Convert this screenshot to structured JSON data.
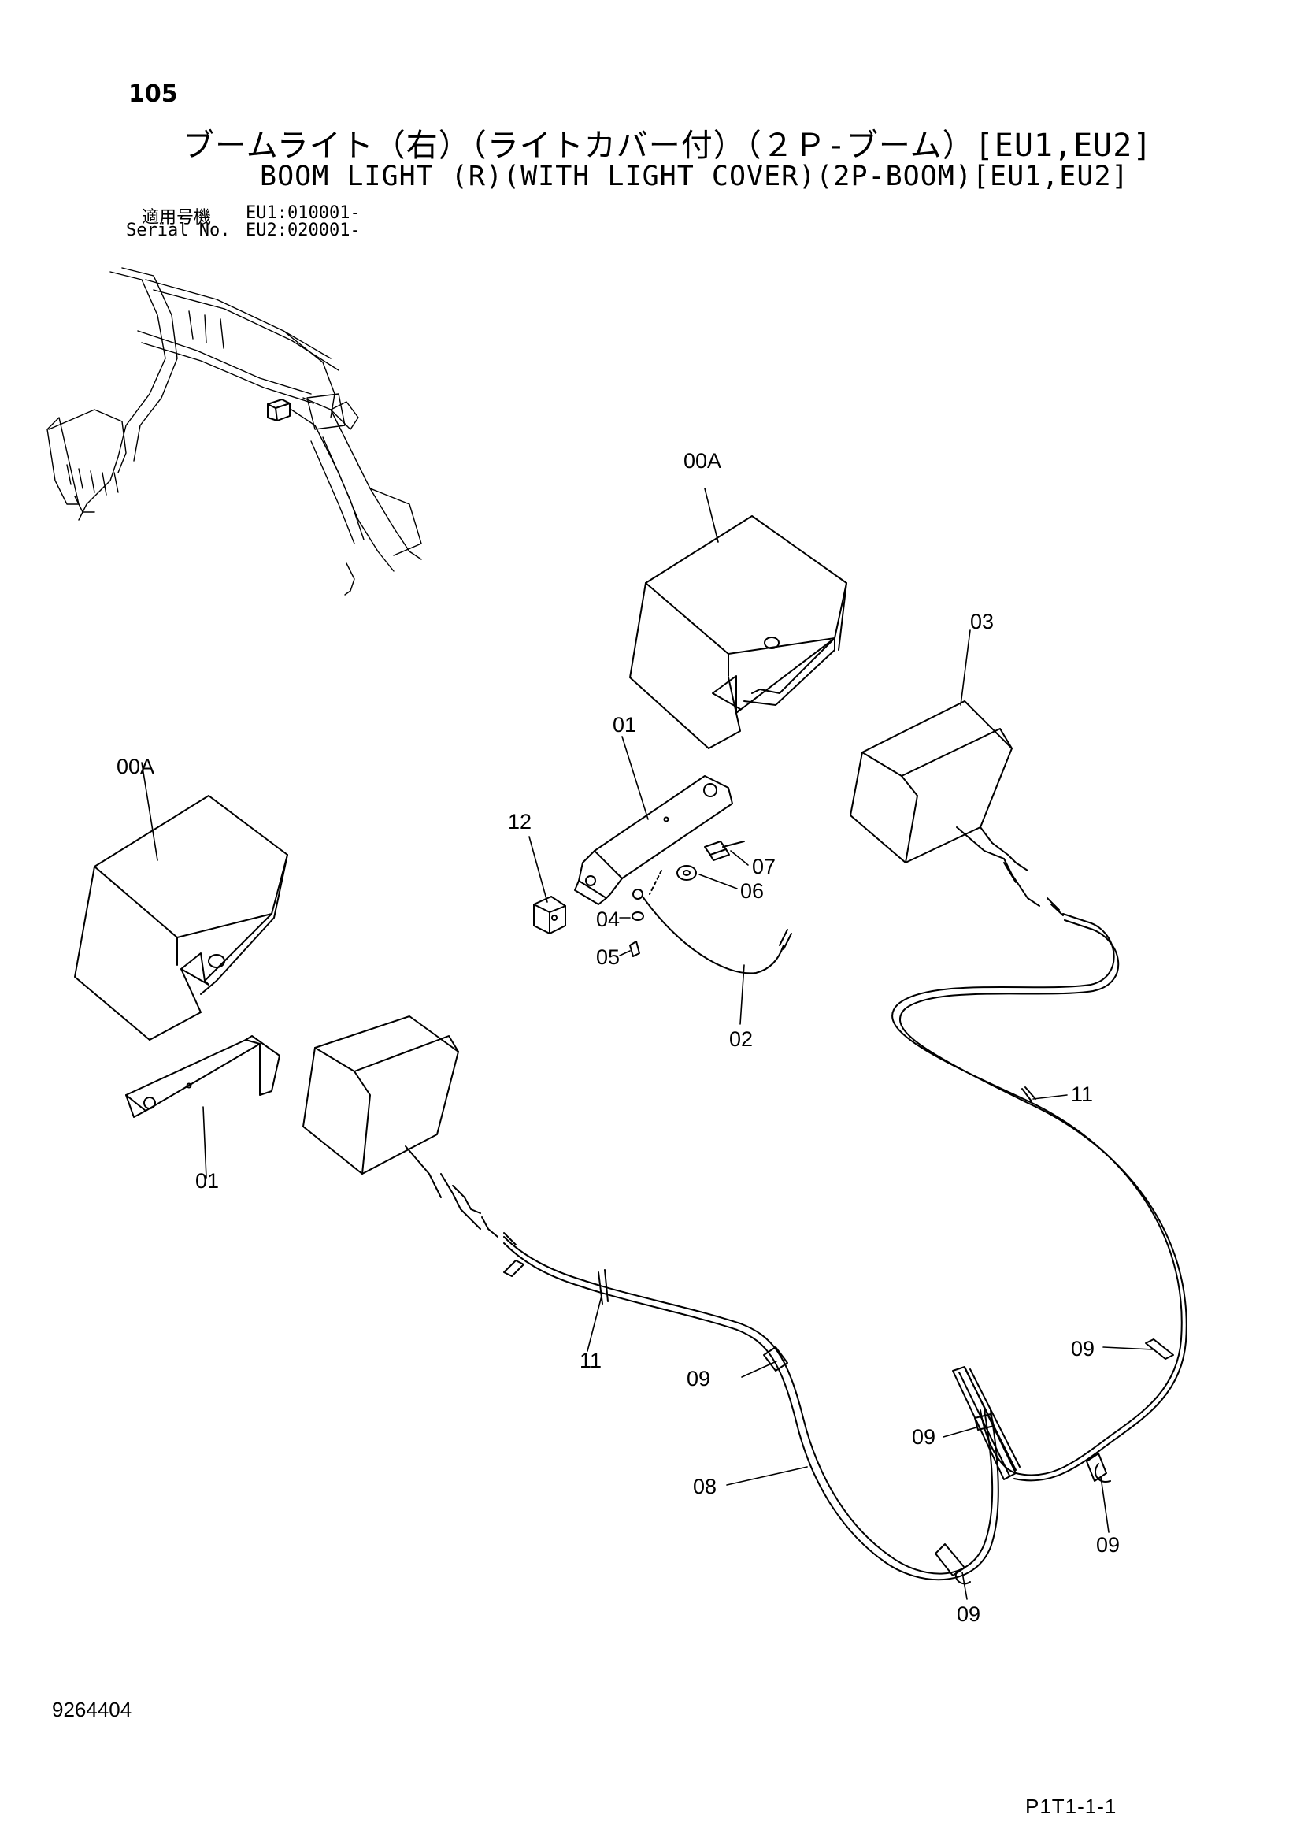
{
  "header": {
    "page_number": "105",
    "title_jp": "ブームライト（右）（ライトカバー付）（２Ｐ-ブーム）[EU1,EU2]",
    "title_en": "BOOM LIGHT (R)(WITH LIGHT COVER)(2P-BOOM)[EU1,EU2]",
    "serial_label_jp": "適用号機",
    "serial_label_en": "Serial No.",
    "serial_eu1": "EU1:010001-",
    "serial_eu2": "EU2:020001-"
  },
  "callouts": {
    "cover_upper": "00A",
    "cover_left": "00A",
    "bracket_upper": "01",
    "bracket_lower": "01",
    "lamp_right": "03",
    "harness_short": "02",
    "washer_small": "04",
    "screw_small": "05",
    "washer_large": "06",
    "bolt": "07",
    "harness_long": "08",
    "clip_a": "09",
    "clip_b": "09",
    "clip_c": "09",
    "clip_d": "09",
    "clip_e": "09",
    "tie_upper": "11",
    "tie_lower": "11",
    "block": "12"
  },
  "footer": {
    "doc_number": "9264404",
    "page_code": "P1T1-1-1"
  }
}
